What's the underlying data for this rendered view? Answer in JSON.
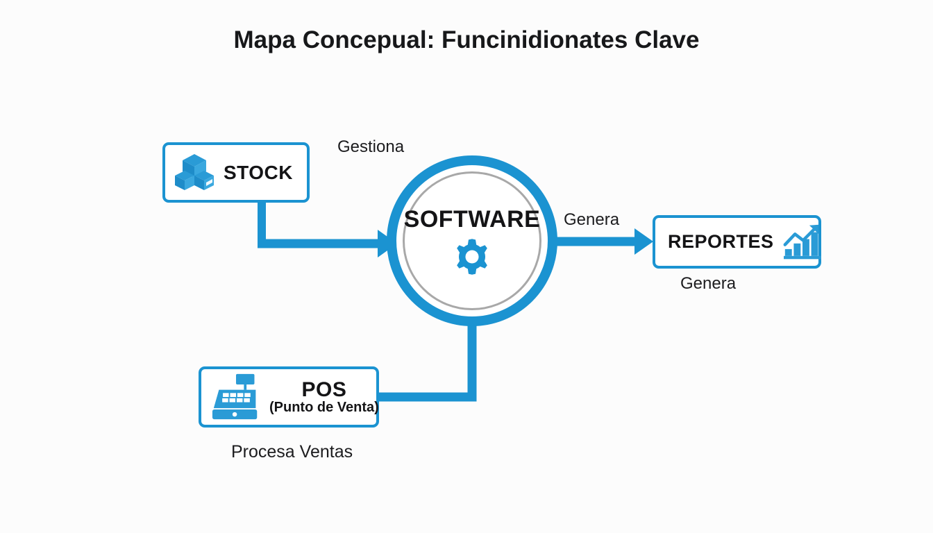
{
  "diagram": {
    "title": "Mapa Concepual: Funcinidionates Clave",
    "background_color": "#fcfcfc",
    "accent_color": "#1b93d1",
    "ring_color": "#a8a8a8",
    "text_color": "#141416"
  },
  "center": {
    "label": "SOFTWARE",
    "icon": "gear-icon"
  },
  "nodes": [
    {
      "id": "stock",
      "label": "STOCK",
      "sublabel": "",
      "icon": "boxes-icon",
      "caption": ""
    },
    {
      "id": "pos",
      "label": "POS",
      "sublabel": "(Punto de Venta)",
      "icon": "cash-register-icon",
      "caption": "Procesa Ventas"
    },
    {
      "id": "reportes",
      "label": "REPORTES",
      "sublabel": "",
      "icon": "bar-chart-arrow-icon",
      "caption": "Genera"
    }
  ],
  "edges": [
    {
      "id": "stock-to-software",
      "label": "Gestiona",
      "from": "stock",
      "to": "software",
      "arrowhead": true
    },
    {
      "id": "software-to-reportes",
      "label": "Genera",
      "from": "software",
      "to": "reportes",
      "arrowhead": true
    },
    {
      "id": "pos-to-software",
      "label": "",
      "from": "pos",
      "to": "software",
      "arrowhead": false
    }
  ],
  "captions": {
    "gestiona": "Gestiona",
    "genera_top": "Genera",
    "genera_bottom": "Genera",
    "procesa_ventas": "Procesa Ventas"
  }
}
